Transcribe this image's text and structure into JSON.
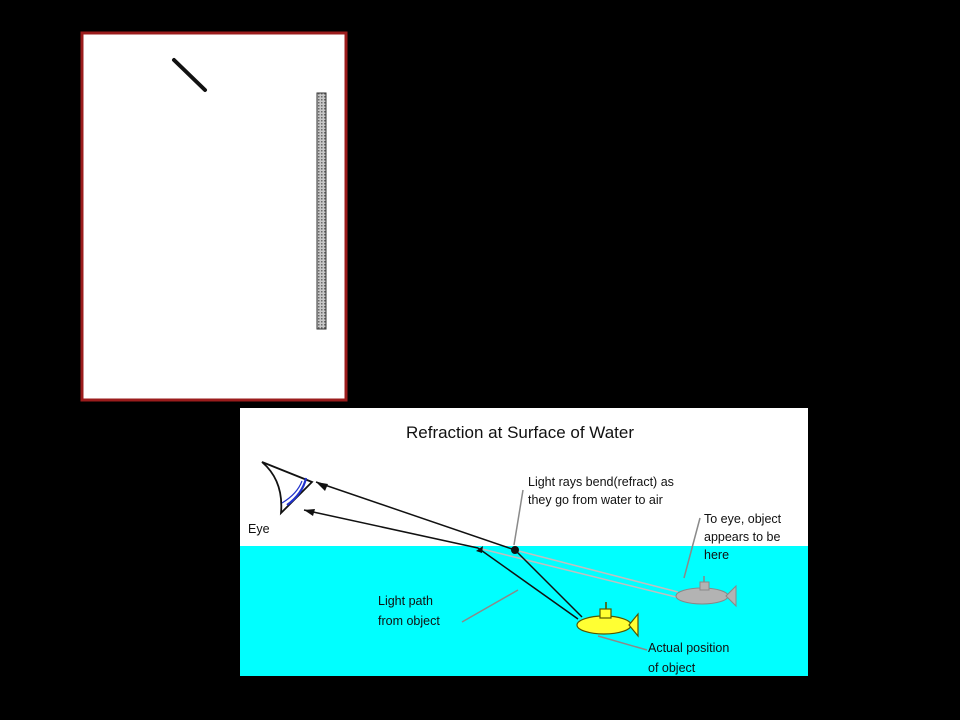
{
  "colors": {
    "background": "#000000",
    "panel_border": "#9b1c1c",
    "panel_fill": "#ffffff",
    "water": "#00ffff",
    "sky": "#ffffff",
    "real_object": "#ffff33",
    "apparent_object": "#b3b3b3",
    "ray": "#111111",
    "eye_lens": "#2233cc"
  },
  "diagram": {
    "title": "Refraction at Surface of Water",
    "eye_label": "Eye",
    "bend_note": [
      "Light rays bend(refract) as",
      "they go from water to air"
    ],
    "apparent_note": [
      "To eye, object",
      "appears to be",
      "here"
    ],
    "path_note": [
      "Light path",
      "from object"
    ],
    "actual_note": [
      "Actual position",
      "of object"
    ]
  }
}
